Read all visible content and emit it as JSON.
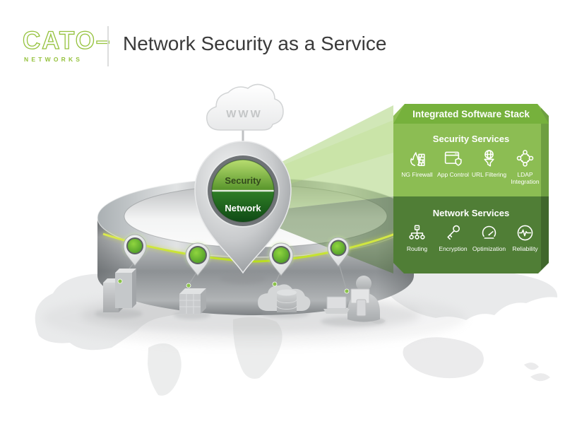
{
  "header": {
    "brand": "CATO–",
    "brand_sub": "NETWORKS",
    "title": "Network Security as a Service"
  },
  "scene": {
    "cloud_label": "WWW",
    "pin_top_label": "Security",
    "pin_bottom_label": "Network"
  },
  "panel": {
    "title": "Integrated Software Stack",
    "sections": [
      {
        "title": "Security Services",
        "items": [
          {
            "label": "NG Firewall",
            "icon": "firewall-icon"
          },
          {
            "label": "App Control",
            "icon": "app-control-icon"
          },
          {
            "label": "URL Filtering",
            "icon": "url-filtering-icon"
          },
          {
            "label": "LDAP Integration",
            "icon": "ldap-integration-icon"
          }
        ]
      },
      {
        "title": "Network Services",
        "items": [
          {
            "label": "Routing",
            "icon": "routing-icon"
          },
          {
            "label": "Encryption",
            "icon": "encryption-icon"
          },
          {
            "label": "Optimization",
            "icon": "optimization-icon"
          },
          {
            "label": "Reliability",
            "icon": "reliability-icon"
          }
        ]
      }
    ]
  },
  "colors": {
    "brand_green": "#95c23d",
    "panel_light_green": "#8cbd53",
    "panel_header_green": "#76b13c",
    "panel_dark_green": "#507e36",
    "accent_line": "#c3df3a",
    "title_text": "#3a3a3a"
  }
}
